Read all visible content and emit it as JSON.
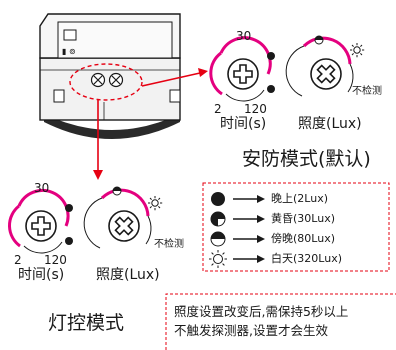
{
  "colors": {
    "accent_magenta": "#e4007f",
    "alert_red": "#e60012",
    "ink": "#1a1a1a",
    "device_fill": "#f2f2f2"
  },
  "top_panel": {
    "dial_time": {
      "top_value": "30",
      "min_value": "2",
      "max_value": "120",
      "label": "时间(s)"
    },
    "dial_lux": {
      "label": "照度(Lux)",
      "no_detect": "不检测"
    },
    "mode_title": "安防模式(默认)"
  },
  "bottom_panel": {
    "dial_time": {
      "top_value": "30",
      "min_value": "2",
      "max_value": "120",
      "label": "时间(s)"
    },
    "dial_lux": {
      "label": "照度(Lux)",
      "no_detect": "不检测"
    },
    "mode_title": "灯控模式"
  },
  "legend": {
    "items": [
      {
        "icon": "full-moon-black-icon",
        "text": "晚上(2Lux)"
      },
      {
        "icon": "three-quarter-moon-icon",
        "text": "黄昏(30Lux)"
      },
      {
        "icon": "half-moon-icon",
        "text": "傍晚(80Lux)"
      },
      {
        "icon": "sun-icon",
        "text": "白天(320Lux)"
      }
    ]
  },
  "note": {
    "line1": "照度设置改变后,需保持5秒以上",
    "line2": "不触发探测器,设置才会生效"
  }
}
